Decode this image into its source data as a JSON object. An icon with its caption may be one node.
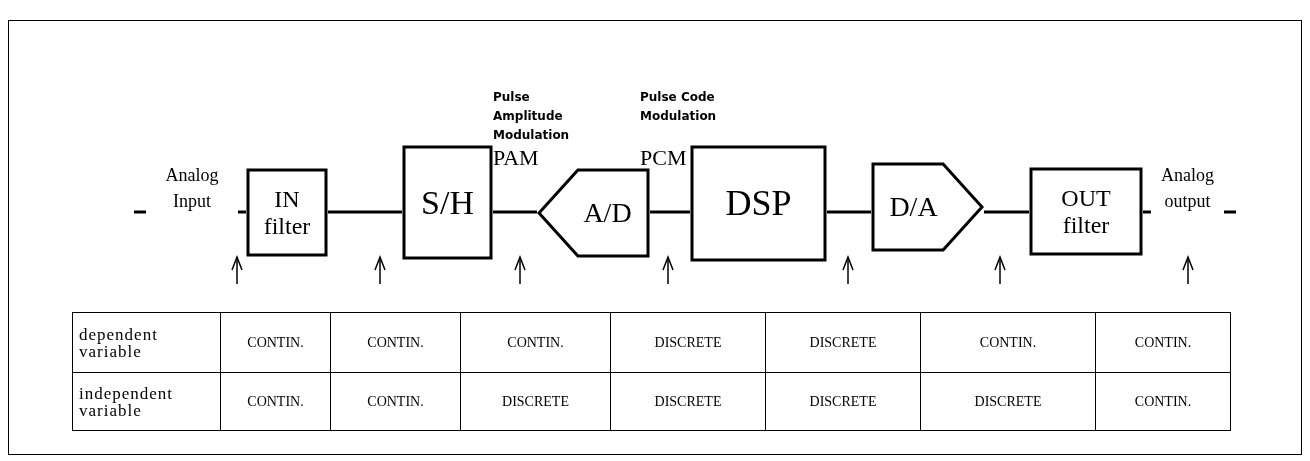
{
  "diagram": {
    "nodes": [
      {
        "text": [
          "IN filter"
        ]
      },
      {
        "text": [
          "S/H"
        ]
      },
      {
        "text": [
          "A/D"
        ]
      },
      {
        "text": [
          "DSP"
        ]
      },
      {
        "text": [
          "D/A"
        ]
      },
      {
        "text": [
          "OUT filter"
        ]
      }
    ],
    "edges": [
      {
        "from": null,
        "to": 0,
        "arrow": "none",
        "label": "Analog Input"
      },
      {
        "from": 0,
        "to": 1,
        "arrow": "none"
      },
      {
        "from": 1,
        "to": 2,
        "arrow": "none"
      },
      {
        "from": 2,
        "to": 3,
        "arrow": "none"
      },
      {
        "from": 3,
        "to": 4,
        "arrow": "none"
      },
      {
        "from": 4,
        "to": 5,
        "arrow": "none"
      },
      {
        "from": 5,
        "to": null,
        "arrow": "none",
        "label": "Analog output"
      }
    ],
    "labels": [
      "Pulse Amplitude Modulation",
      "PAM",
      "Pulse Code Modulation",
      "PCM",
      "dependent variable",
      "CONTIN.",
      "CONTIN.",
      "CONTIN.",
      "DISCRETE",
      "DISCRETE",
      "CONTIN.",
      "CONTIN.",
      "independent variable",
      "CONTIN.",
      "CONTIN.",
      "DISCRETE",
      "DISCRETE",
      "DISCRETE",
      "DISCRETE",
      "CONTIN."
    ]
  }
}
